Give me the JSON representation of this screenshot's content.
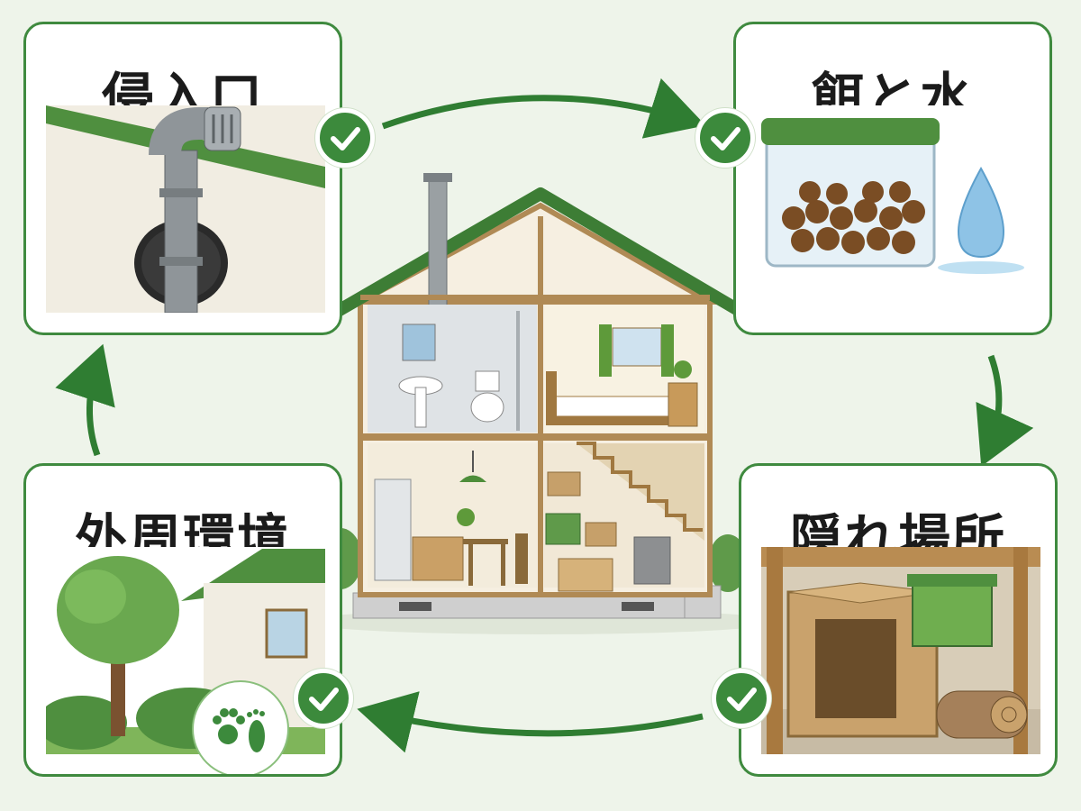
{
  "steps": {
    "entry": {
      "title": "侵入口"
    },
    "food_water": {
      "title": "餌と水"
    },
    "hiding": {
      "title": "隠れ場所"
    },
    "surroundings": {
      "title": "外周環境"
    }
  },
  "icons": {
    "check": "check-mark-icon",
    "footprints": "paw-footprint-icon"
  },
  "colors": {
    "accent_green": "#3c8a3c",
    "card_border": "#3f8a3f",
    "background": "#eef4ea"
  }
}
